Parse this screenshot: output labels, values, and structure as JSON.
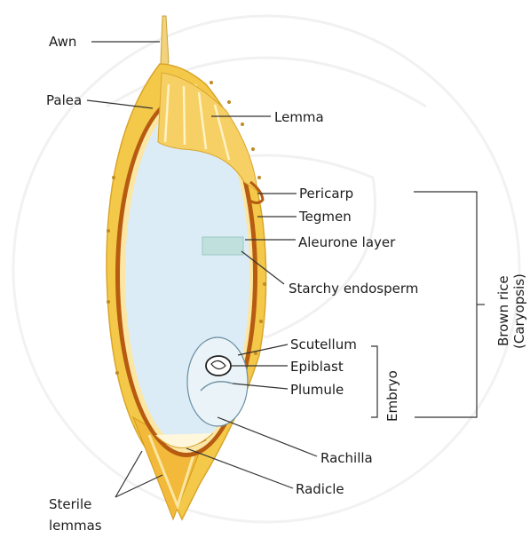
{
  "labels": {
    "awn": "Awn",
    "palea": "Palea",
    "lemma": "Lemma",
    "pericarp": "Pericarp",
    "tegmen": "Tegmen",
    "aleurone": "Aleurone layer",
    "starchy_endosperm": "Starchy endosperm",
    "scutellum": "Scutellum",
    "epiblast": "Epiblast",
    "plumule": "Plumule",
    "embryo": "Embryo",
    "rachilla": "Rachilla",
    "radicle": "Radicle",
    "sterile_lemmas_1": "Sterile",
    "sterile_lemmas_2": "lemmas",
    "brown_rice": "Brown rice",
    "caryopsis": "(Caryopsis)"
  },
  "colors": {
    "husk": "#f4c94a",
    "husk_light": "#fbe6a3",
    "pericarp": "#b65b10",
    "endosperm": "#dcecf6",
    "aleurone": "#bfe0dc"
  }
}
